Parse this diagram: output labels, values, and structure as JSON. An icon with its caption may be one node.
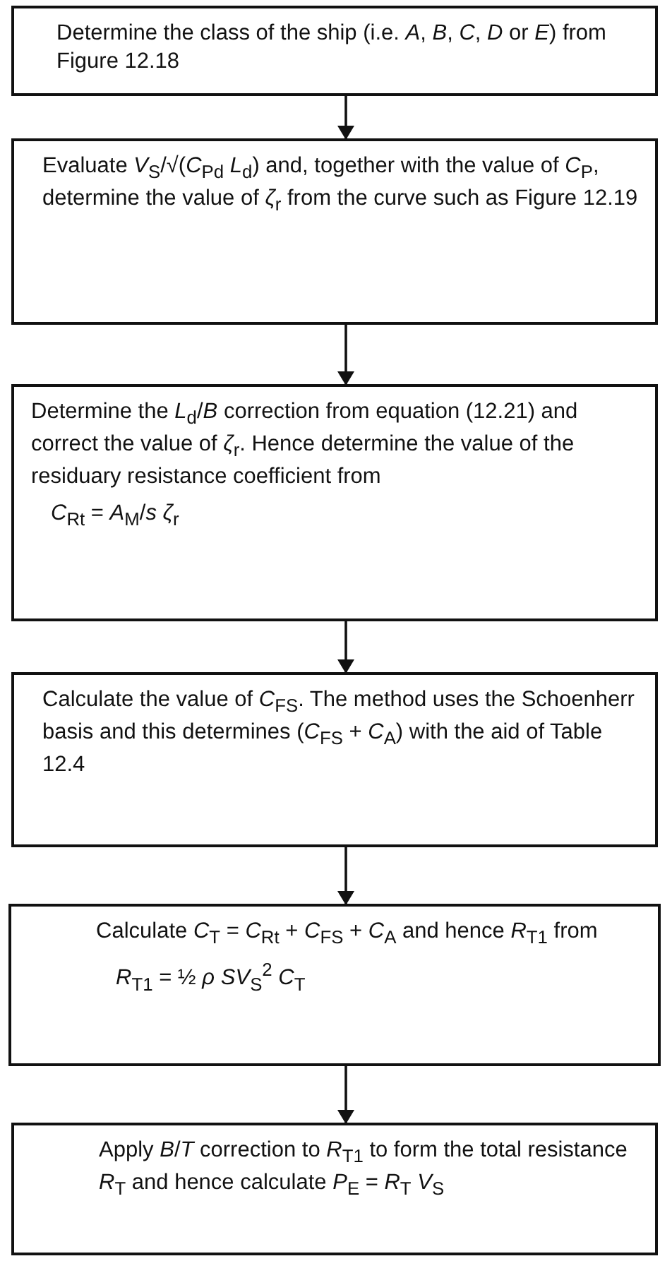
{
  "diagram": {
    "nodes": [
      {
        "text": [
          "Determine the class of the ship (i.e. *A*, *B*, *C*, *D* or *E*) from Figure 12.18"
        ]
      },
      {
        "text": [
          "Evaluate *V*$_{S}$/√(*C*$_{Pd}$ *L*$_{d}$) and, together with the value of *C*$_{P}$, determine the value of *ζ*$_{r}$ from the curve such as Figure 12.19"
        ]
      },
      {
        "text": [
          "Determine the *L*$_{d}$/*B* correction from equation (12.21) and correct the value of *ζ*$_{r}$. Hence determine the value of the residuary resistance coefficient from",
          "*C*$_{Rt}$ = *A*$_{M}$/*s* *ζ*$_{r}$"
        ]
      },
      {
        "text": [
          "Calculate the value of *C*$_{FS}$. The method uses the Schoenherr basis and this determines (*C*$_{FS}$ + *C*$_{A}$) with the aid of Table 12.4"
        ]
      },
      {
        "text": [
          "Calculate *C*$_{T}$ = *C*$_{Rt}$ + *C*$_{FS}$ + *C*$_{A}$ and hence *R*$_{T1}$ from",
          "*R*$_{T1}$ = ½ *ρ* *SV*$_{S}$$^{2}$ *C*$_{T}$"
        ]
      },
      {
        "text": [
          "Apply *B*/*T* correction to *R*$_{T1}$ to form the total resistance *R*$_{T}$ and hence calculate *P*$_{E}$ = *R*$_{T}$ *V*$_{S}$"
        ]
      }
    ],
    "edges": [
      {
        "from": 0,
        "to": 1,
        "arrow": "to"
      },
      {
        "from": 1,
        "to": 2,
        "arrow": "to"
      },
      {
        "from": 2,
        "to": 3,
        "arrow": "to"
      },
      {
        "from": 3,
        "to": 4,
        "arrow": "to"
      },
      {
        "from": 4,
        "to": 5,
        "arrow": "to"
      }
    ]
  }
}
